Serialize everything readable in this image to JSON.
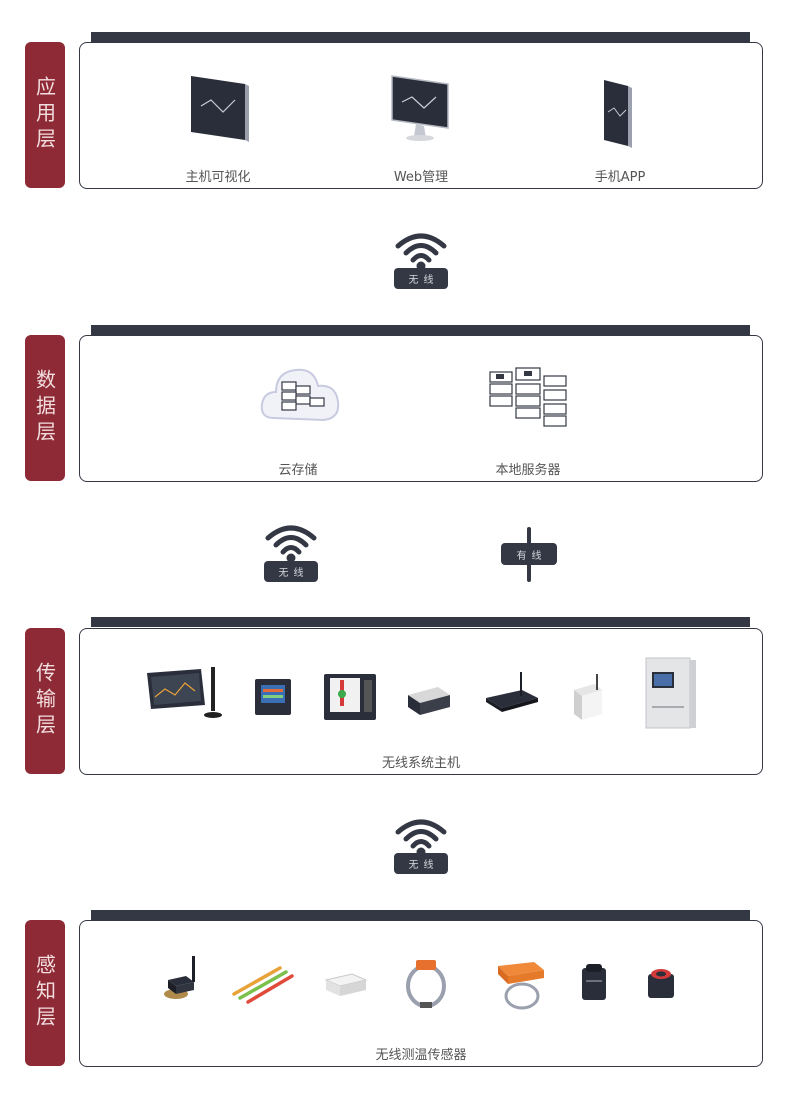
{
  "layers": [
    {
      "label": "应用层",
      "items": [
        "主机可视化",
        "Web管理",
        "手机APP"
      ]
    },
    {
      "label": "数据层",
      "items": [
        "云存储",
        "本地服务器"
      ]
    },
    {
      "label": "传输层",
      "caption": "无线系统主机"
    },
    {
      "label": "感知层",
      "caption": "无线测温传感器"
    }
  ],
  "connections": {
    "wireless": "无线",
    "wired": "有线"
  },
  "colors": {
    "label_bg": "#8e2a36",
    "dark": "#343844"
  }
}
